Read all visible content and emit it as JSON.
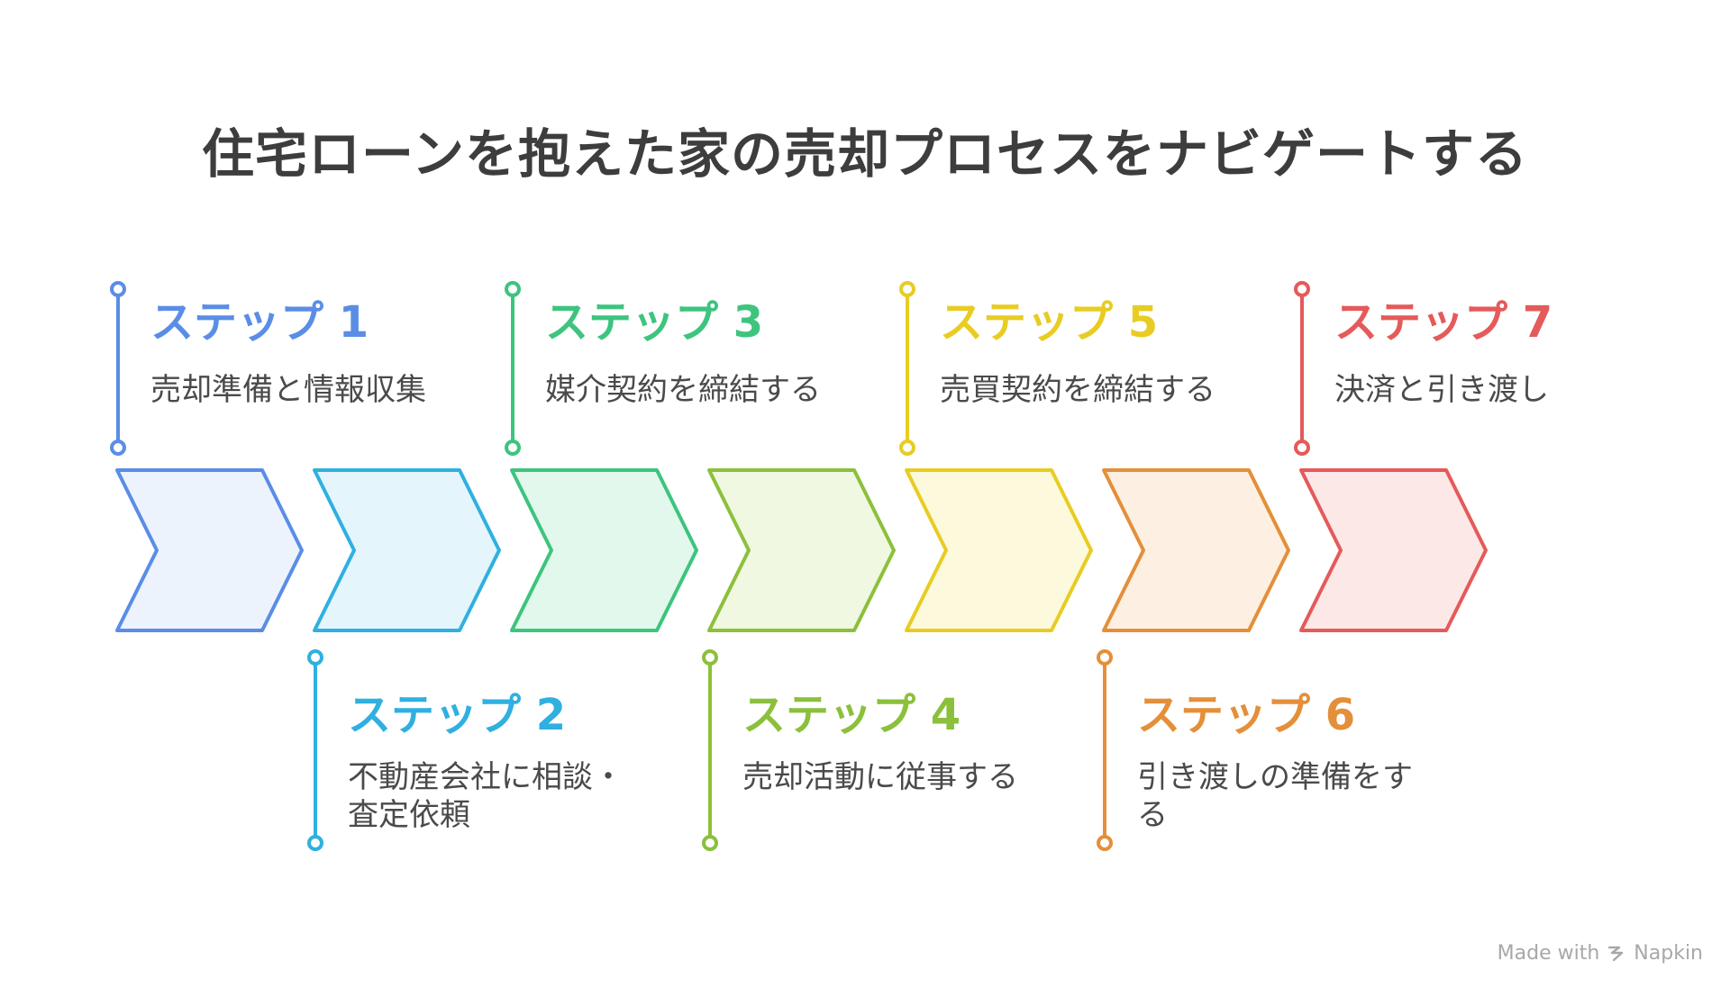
{
  "title": "住宅ローンを抱えた家の売却プロセスをナビゲートする",
  "steps": [
    {
      "label": "ステップ 1",
      "desc": "売却準備と情報収集",
      "color": "#5a8de6",
      "fill": "#edf3fd"
    },
    {
      "label": "ステップ 2",
      "desc": "不動産会社に相談・査定依頼",
      "color": "#2fb0e0",
      "fill": "#e4f5fc"
    },
    {
      "label": "ステップ 3",
      "desc": "媒介契約を締結する",
      "color": "#3dc47e",
      "fill": "#e3f8ec"
    },
    {
      "label": "ステップ 4",
      "desc": "売却活動に従事する",
      "color": "#8cc03c",
      "fill": "#f0f8e2"
    },
    {
      "label": "ステップ 5",
      "desc": "売買契約を締結する",
      "color": "#e8cc22",
      "fill": "#fdf9dc"
    },
    {
      "label": "ステップ 6",
      "desc": "引き渡しの準備をする",
      "color": "#e48f3a",
      "fill": "#fdf0e3"
    },
    {
      "label": "ステップ 7",
      "desc": "決済と引き渡し",
      "color": "#e55a5a",
      "fill": "#fde8e8"
    }
  ],
  "footer": {
    "text": "Made with",
    "brand": "Napkin"
  }
}
